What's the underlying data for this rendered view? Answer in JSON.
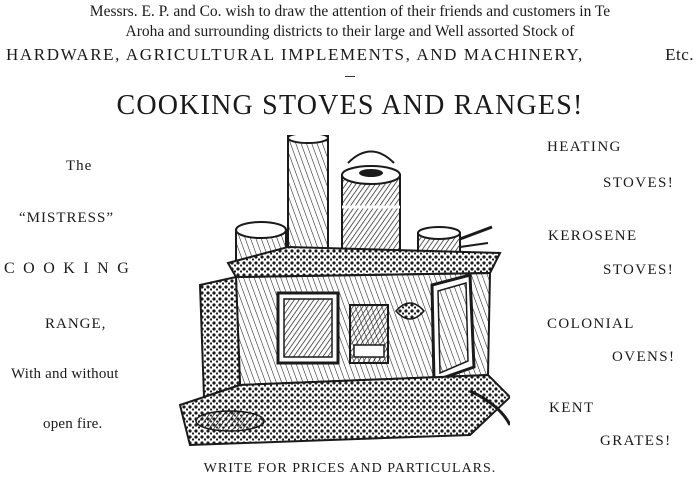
{
  "intro": {
    "line1": "Messrs. E. P. and Co. wish to draw the attention of their friends and customers in Te",
    "line2": "Aroha and surrounding districts to their large and Well assorted Stock of",
    "line3": "HARDWARE, AGRICULTURAL IMPLEMENTS, AND MACHINERY,",
    "line3_etc": "Etc."
  },
  "headline": "COOKING STOVES AND RANGES!",
  "left_column": {
    "the": "The",
    "mistress": "“MISTRESS”",
    "cooking": "COOKING",
    "range": "RANGE,",
    "with_without": "With and without",
    "open_fire": "open fire."
  },
  "right_column": {
    "heating": "HEATING",
    "heating_stoves": "STOVES!",
    "kerosene": "KEROSENE",
    "kerosene_stoves": "STOVES!",
    "colonial": "COLONIAL",
    "colonial_ovens": "OVENS!",
    "kent": "KENT",
    "kent_grates": "GRATES!"
  },
  "footer": "WRITE FOR PRICES AND PARTICULARS.",
  "illustration": {
    "subject": "cooking-range-engraving",
    "ink_color": "#1a1a1a"
  }
}
